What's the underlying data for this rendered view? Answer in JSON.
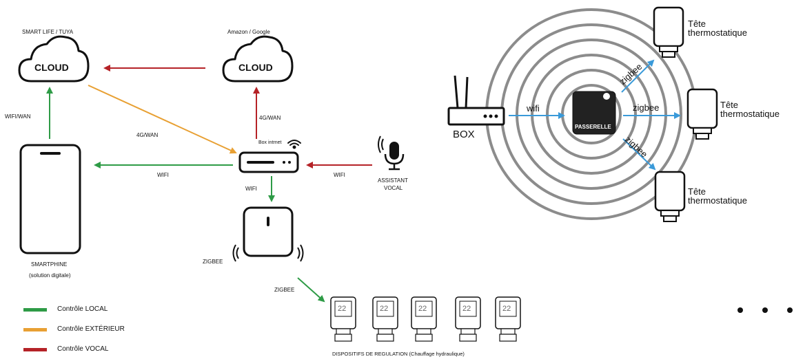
{
  "left_diagram": {
    "cloud_left_title": "SMART LIFE / TUYA",
    "cloud_right_title": "Amazon / Google",
    "cloud_label": "CLOUD",
    "wifi_wan": "WIFI/WAN",
    "fourg_wan_orange": "4G/WAN",
    "fourg_wan_red": "4G/WAN",
    "box_intrnet": "Box intrnet",
    "wifi_left": "WIFI",
    "wifi_right": "WIFI",
    "wifi_down": "WIFI",
    "assistant_line1": "ASSISTANT",
    "assistant_line2": "VOCAL",
    "smartphone_line1": "SMARTPHINE",
    "smartphone_line2": "(solution digitale)",
    "zigbee_gateway": "ZIGBEE",
    "zigbee_arrow": "ZIGBEE",
    "devices_caption": "DISPOSITIFS DE REGULATION (Chauffage hydraulique)",
    "thermostat_display": "22"
  },
  "legend": {
    "items": [
      {
        "label": "Contrôle LOCAL",
        "color": "#2e9b46"
      },
      {
        "label": "Contrôle EXTÉRIEUR",
        "color": "#e8a033"
      },
      {
        "label": "Contrôle VOCAL",
        "color": "#b52227"
      }
    ]
  },
  "right_diagram": {
    "box_label": "BOX",
    "wifi_label": "wifi",
    "gateway_label": "PASSERELLE",
    "zigbee_top": "zigbee",
    "zigbee_mid": "zigbee",
    "zigbee_bottom": "zigbee",
    "head_line1": "Tête",
    "head_line2": "thermostatique"
  },
  "colors": {
    "local": "#2e9b46",
    "external": "#e8a033",
    "vocal": "#b52227",
    "blue": "#3a9ad9"
  }
}
